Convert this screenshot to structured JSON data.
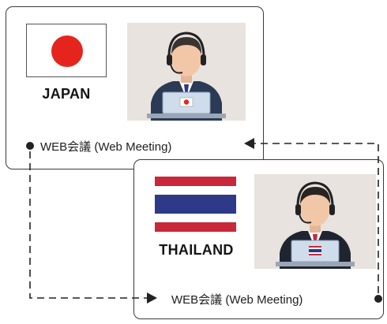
{
  "japan": {
    "country": "JAPAN",
    "meeting_label": "WEB会議 (Web Meeting)"
  },
  "thailand": {
    "country": "THAILAND",
    "meeting_label": "WEB会議 (Web Meeting)"
  },
  "colors": {
    "japan_red": "#e5251d",
    "thai_red": "#c8283a",
    "thai_blue": "#2e3a87",
    "suit": "#2b3a55",
    "skin": "#f2c7a7",
    "portrait_bg": "#e8e3df",
    "laptop": "#cfdcec",
    "connector": "#222222"
  },
  "icons": {
    "person": "operator-with-headset-icon",
    "connector_start": "dot",
    "connector_end": "arrowhead"
  }
}
